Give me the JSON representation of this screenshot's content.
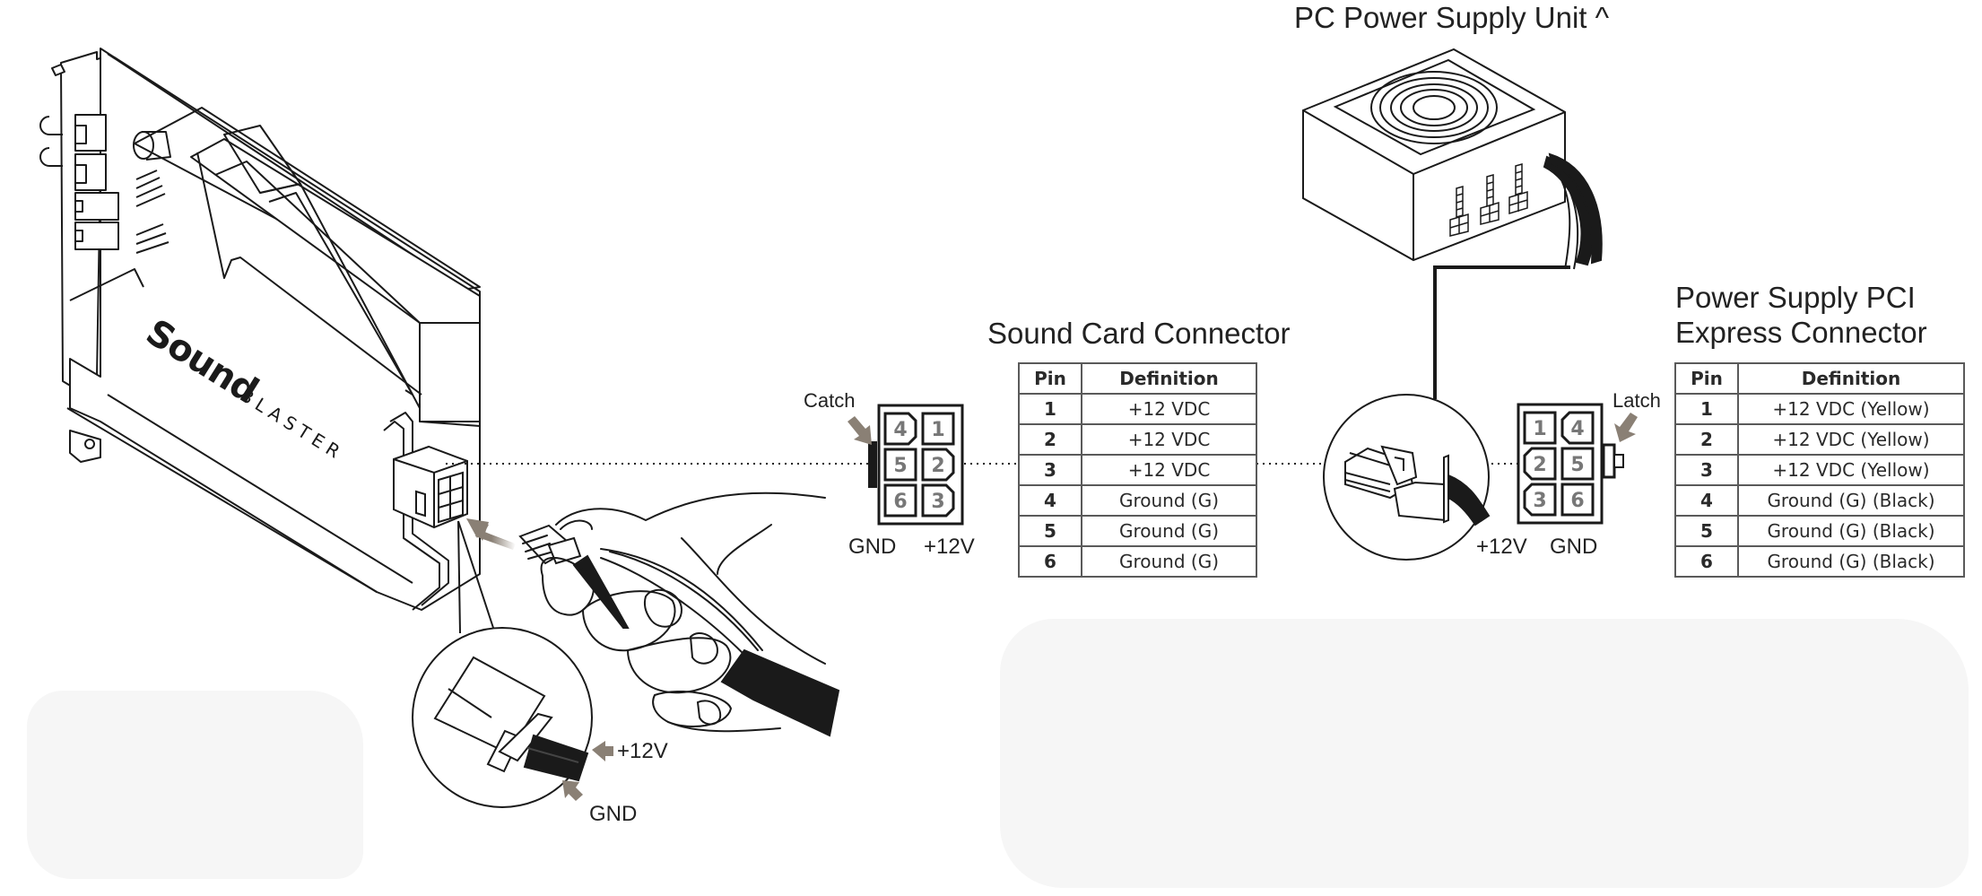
{
  "psu": {
    "title": "PC Power Supply Unit ^"
  },
  "sound_card": {
    "brand_main": "Sound",
    "brand_sub": "BLASTER"
  },
  "sound_card_connector": {
    "title": "Sound Card Connector",
    "catch_label": "Catch",
    "gnd_label": "GND",
    "v12_label": "+12V",
    "pin_grid": [
      [
        "4",
        "1"
      ],
      [
        "5",
        "2"
      ],
      [
        "6",
        "3"
      ]
    ],
    "table": {
      "headers": [
        "Pin",
        "Definition"
      ],
      "rows": [
        {
          "pin": "1",
          "definition": "+12 VDC"
        },
        {
          "pin": "2",
          "definition": "+12 VDC"
        },
        {
          "pin": "3",
          "definition": "+12 VDC"
        },
        {
          "pin": "4",
          "definition": "Ground (G)"
        },
        {
          "pin": "5",
          "definition": "Ground (G)"
        },
        {
          "pin": "6",
          "definition": "Ground (G)"
        }
      ]
    }
  },
  "psu_pcie_connector": {
    "title_line1": "Power Supply PCI",
    "title_line2": "Express Connector",
    "latch_label": "Latch",
    "v12_label": "+12V",
    "gnd_label": "GND",
    "pin_grid": [
      [
        "1",
        "4"
      ],
      [
        "2",
        "5"
      ],
      [
        "3",
        "6"
      ]
    ],
    "table": {
      "headers": [
        "Pin",
        "Definition"
      ],
      "rows": [
        {
          "pin": "1",
          "definition": "+12 VDC (Yellow)"
        },
        {
          "pin": "2",
          "definition": "+12 VDC (Yellow)"
        },
        {
          "pin": "3",
          "definition": "+12 VDC (Yellow)"
        },
        {
          "pin": "4",
          "definition": "Ground (G) (Black)"
        },
        {
          "pin": "5",
          "definition": "Ground (G) (Black)"
        },
        {
          "pin": "6",
          "definition": "Ground (G) (Black)"
        }
      ]
    }
  },
  "cable_detail": {
    "v12_label": "+12V",
    "gnd_label": "GND"
  },
  "colors": {
    "line": "#1a1a1a",
    "arrow": "#8a8075",
    "pin_number": "#777777",
    "table_border": "#5a5a5a"
  }
}
